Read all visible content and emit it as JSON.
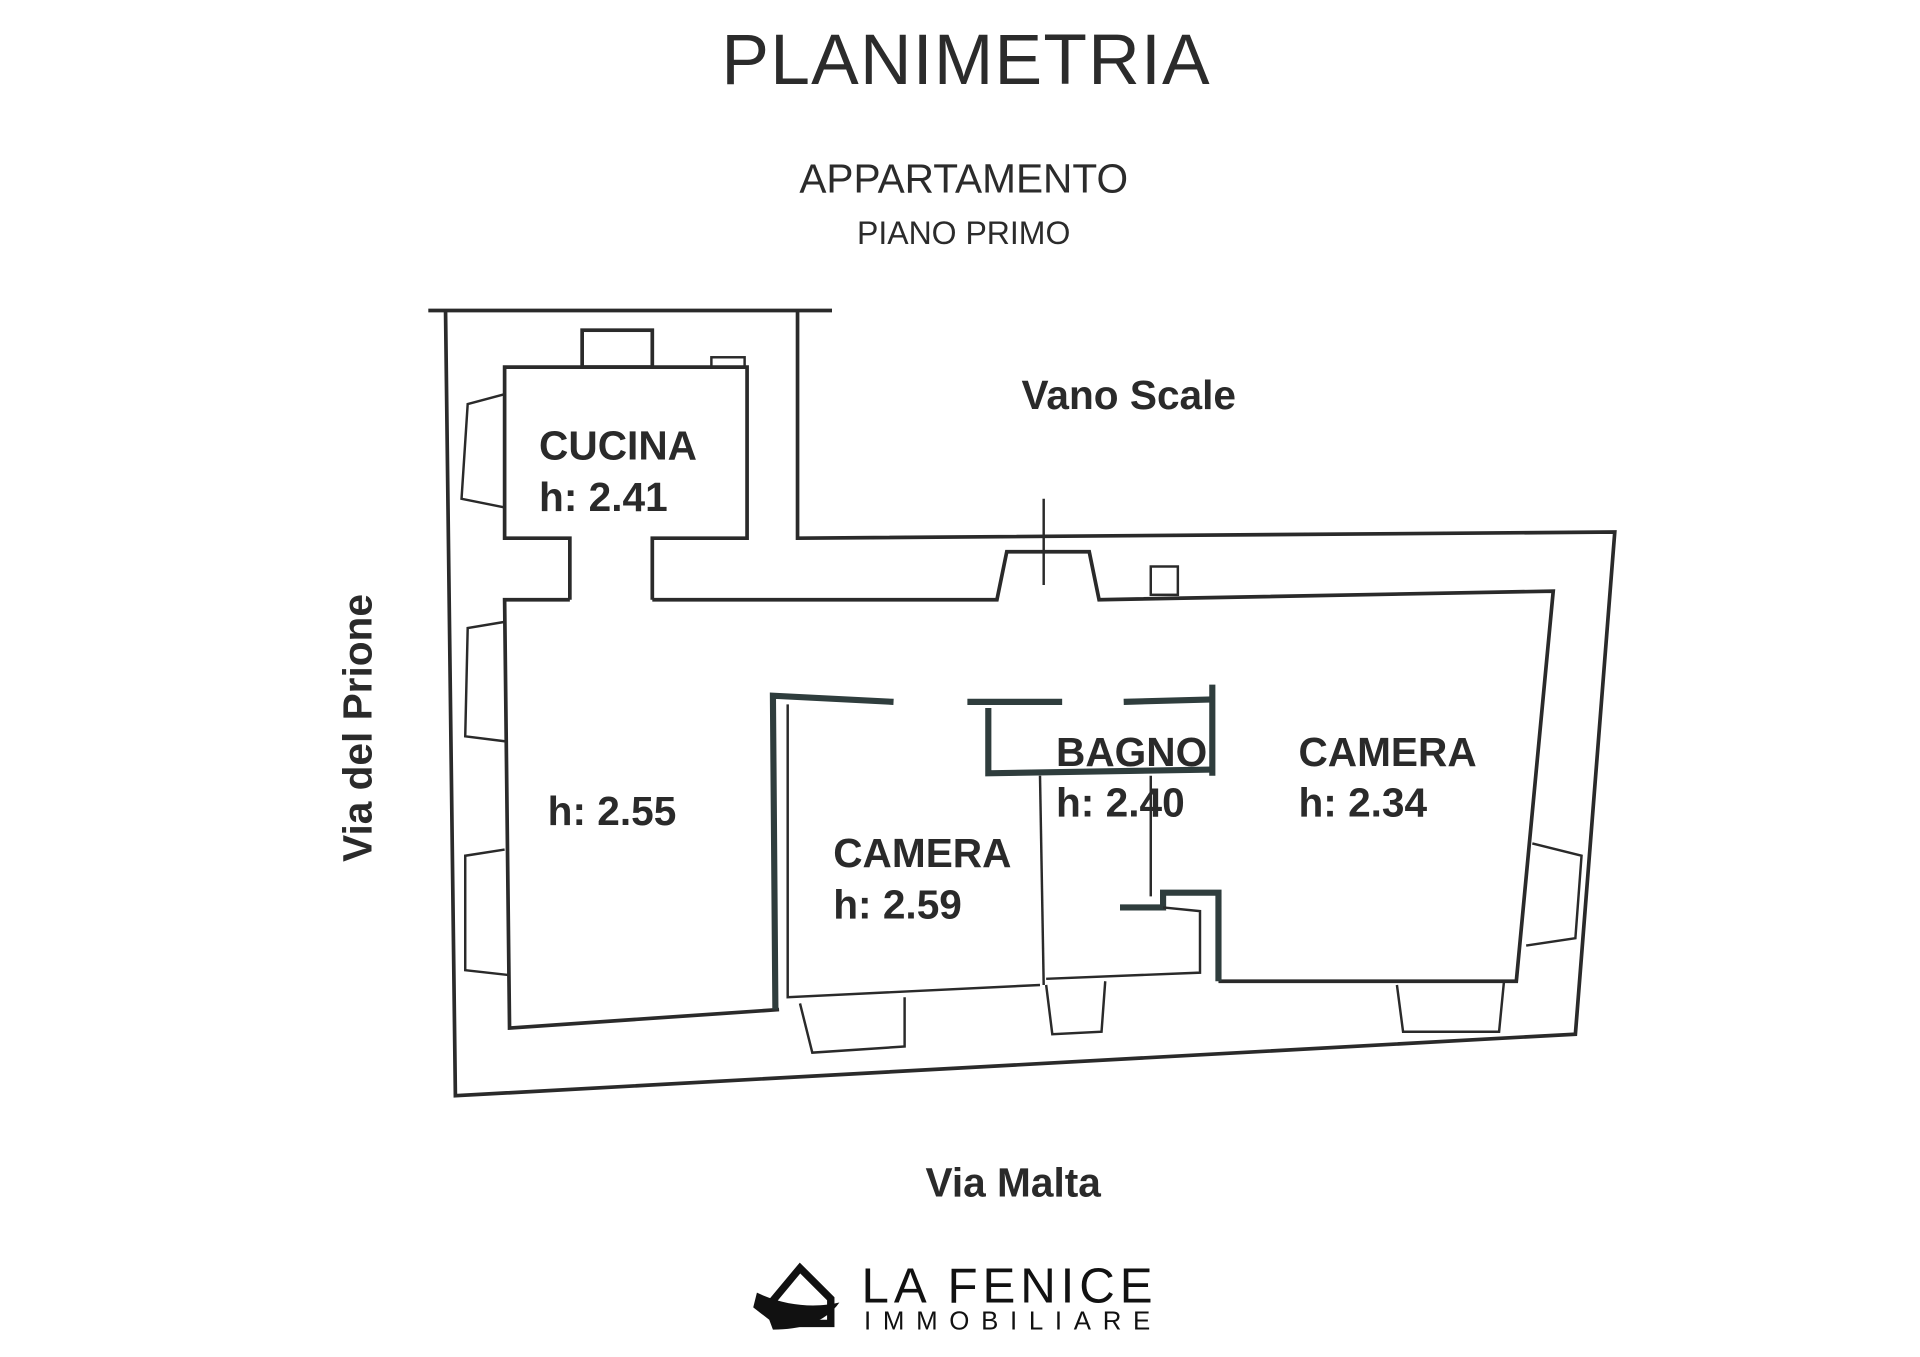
{
  "header": {
    "title": "PLANIMETRIA",
    "subtitle": "APPARTAMENTO",
    "floor": "PIANO PRIMO"
  },
  "plan": {
    "stairwell_label": "Vano Scale",
    "street_left": "Via del Prione",
    "street_bottom": "Via Malta",
    "rooms": [
      {
        "name": "CUCINA",
        "height": "h: 2.41"
      },
      {
        "name": "",
        "height": "h: 2.55"
      },
      {
        "name": "CAMERA",
        "height": "h: 2.59"
      },
      {
        "name": "BAGNO",
        "height": "h: 2.40"
      },
      {
        "name": "CAMERA",
        "height": "h: 2.34"
      }
    ]
  },
  "logo": {
    "line1": "LA FENICE",
    "line2": "IMMOBILIARE"
  }
}
